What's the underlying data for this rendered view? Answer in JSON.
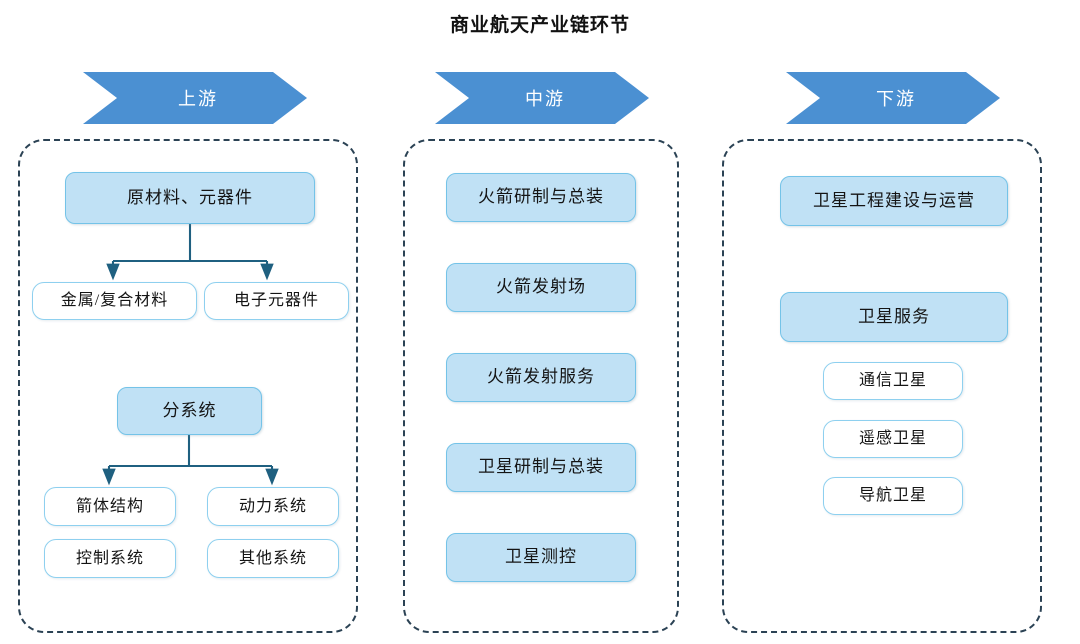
{
  "title": "商业航天产业链环节",
  "accent_colors": {
    "banner_blue": "#4b90d2",
    "node_fill": "#c0e1f5",
    "node_border": "#74c3e8",
    "outline_border": "#8ed0ef",
    "connector": "#1f6080",
    "group_dash": "#2b4254"
  },
  "stages": {
    "upstream": {
      "banner_label": "上游",
      "nodes": {
        "raw_materials": "原材料、元器件",
        "metal_composite": "金属/复合材料",
        "electronic_parts": "电子元器件",
        "subsystem": "分系统",
        "rocket_body": "箭体结构",
        "power_system": "动力系统",
        "control_system": "控制系统",
        "other_system": "其他系统"
      }
    },
    "midstream": {
      "banner_label": "中游",
      "nodes": {
        "rocket_development": "火箭研制与总装",
        "launch_site": "火箭发射场",
        "launch_service": "火箭发射服务",
        "satellite_development": "卫星研制与总装",
        "satellite_tracking": "卫星测控"
      }
    },
    "downstream": {
      "banner_label": "下游",
      "nodes": {
        "satellite_engineering": "卫星工程建设与运营",
        "satellite_service": "卫星服务",
        "comm_satellite": "通信卫星",
        "remote_sensing_satellite": "遥感卫星",
        "nav_satellite": "导航卫星"
      }
    }
  }
}
